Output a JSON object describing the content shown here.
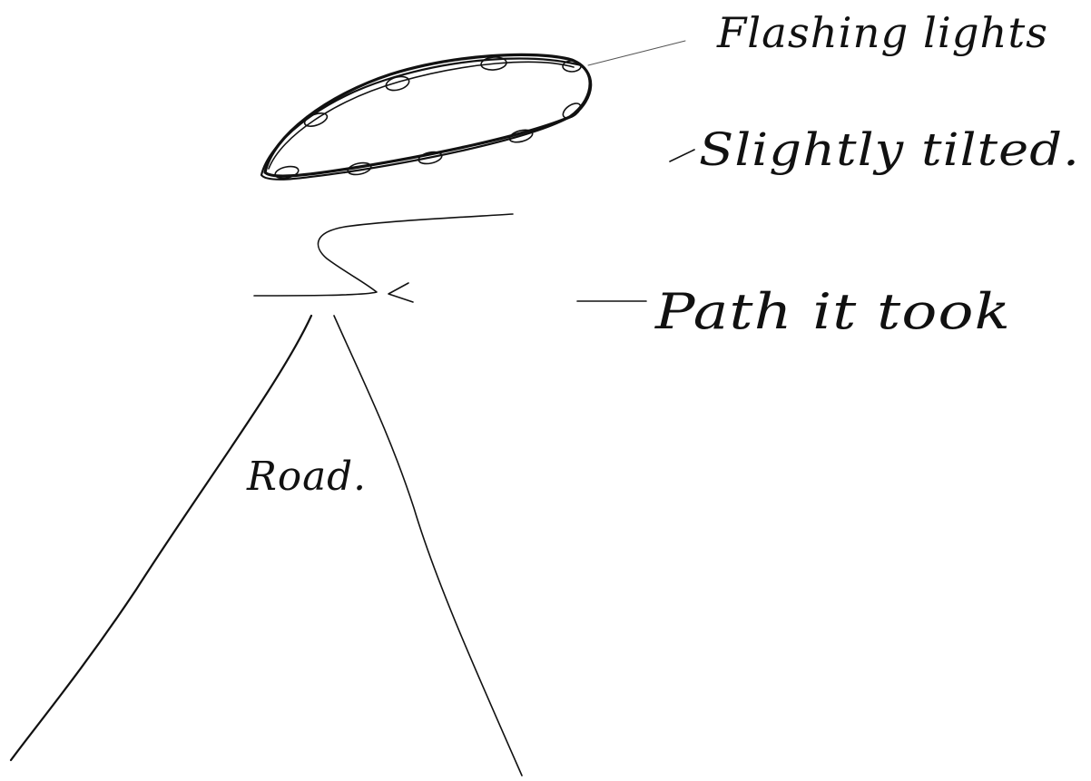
{
  "labels": {
    "flashing_lights": "Flashing lights",
    "slightly_tilted": "Slightly tilted.",
    "path_it_took": "Path it took",
    "road": "Road."
  },
  "colors": {
    "ink": "#111111",
    "paper": "#ffffff"
  }
}
